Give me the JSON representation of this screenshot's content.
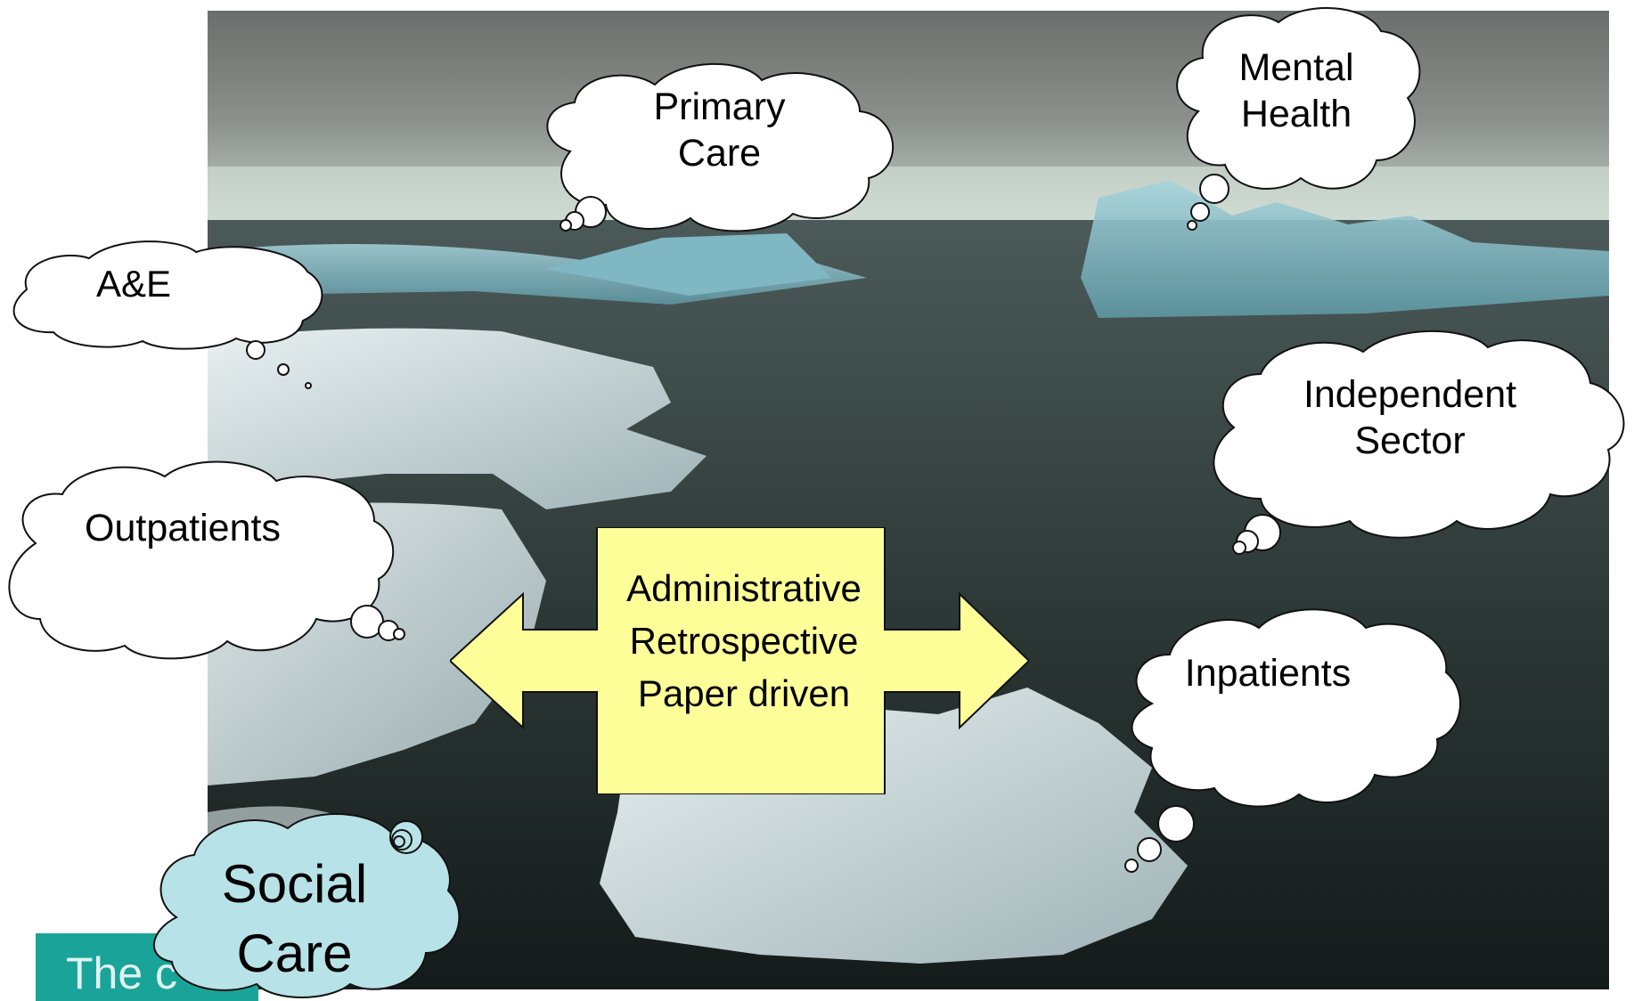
{
  "banner": {
    "text": "The c"
  },
  "bubbles": {
    "primary_care": {
      "lines": [
        "Primary",
        "Care"
      ]
    },
    "mental_health": {
      "lines": [
        "Mental",
        "Health"
      ]
    },
    "ae": {
      "lines": [
        "A&E"
      ]
    },
    "independent_sector": {
      "lines": [
        "Independent",
        "Sector"
      ]
    },
    "outpatients": {
      "lines": [
        "Outpatients"
      ]
    },
    "inpatients": {
      "lines": [
        "Inpatients"
      ]
    },
    "social_care": {
      "lines": [
        "Social",
        "Care"
      ]
    }
  },
  "central_arrow": {
    "lines": [
      "Administrative",
      "Retrospective",
      "Paper driven"
    ]
  },
  "colors": {
    "bubble_fill": "#ffffff",
    "social_care_fill": "#b7e3e8",
    "arrow_fill": "#ffff99",
    "banner": "#1aa399"
  }
}
